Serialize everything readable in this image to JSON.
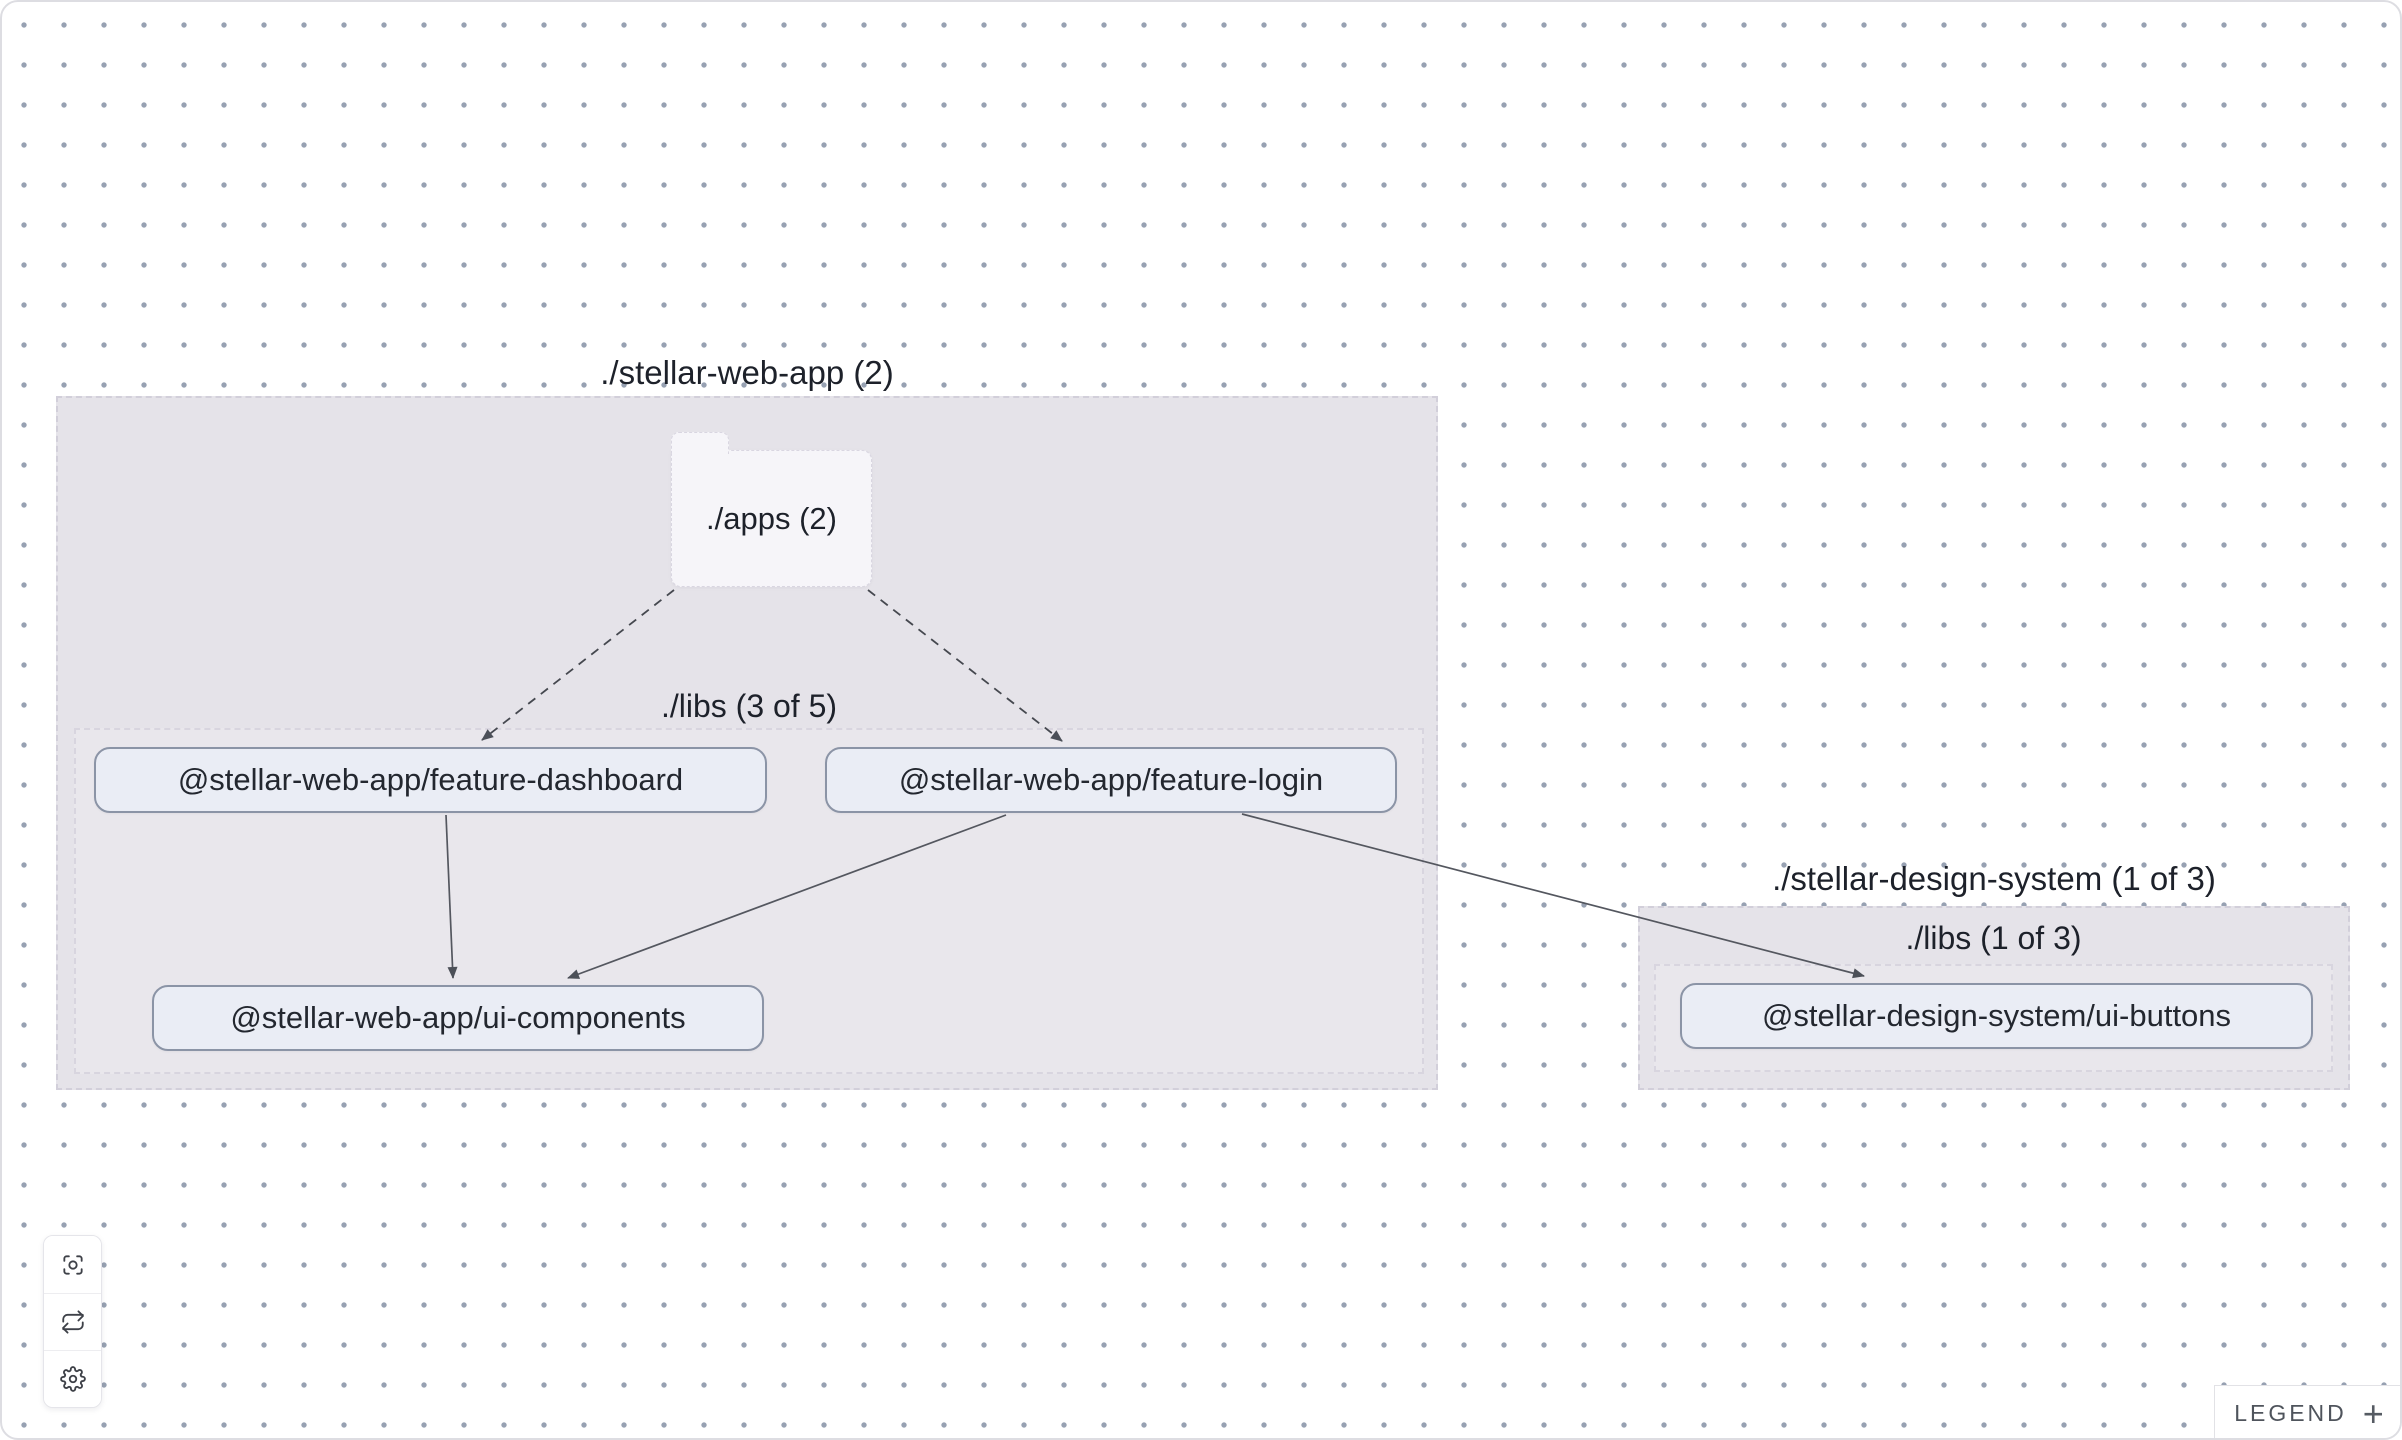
{
  "graph": {
    "groups": [
      {
        "title": "./stellar-web-app (2)",
        "folder_label": "./apps (2)",
        "libs_label": "./libs (3 of 5)"
      },
      {
        "title": "./stellar-design-system (1 of 3)",
        "libs_label": "./libs (1 of 3)"
      }
    ],
    "nodes": [
      {
        "id": "feature-dashboard",
        "label": "@stellar-web-app/feature-dashboard"
      },
      {
        "id": "feature-login",
        "label": "@stellar-web-app/feature-login"
      },
      {
        "id": "ui-components",
        "label": "@stellar-web-app/ui-components"
      },
      {
        "id": "ui-buttons",
        "label": "@stellar-design-system/ui-buttons"
      }
    ],
    "edges": [
      {
        "from": "./apps",
        "to": "@stellar-web-app/feature-dashboard",
        "style": "dashed"
      },
      {
        "from": "./apps",
        "to": "@stellar-web-app/feature-login",
        "style": "dashed"
      },
      {
        "from": "@stellar-web-app/feature-dashboard",
        "to": "@stellar-web-app/ui-components",
        "style": "solid"
      },
      {
        "from": "@stellar-web-app/feature-login",
        "to": "@stellar-web-app/ui-components",
        "style": "solid"
      },
      {
        "from": "@stellar-web-app/feature-login",
        "to": "@stellar-design-system/ui-buttons",
        "style": "solid"
      }
    ]
  },
  "toolbar": {
    "focus_icon": "focus-crosshair",
    "refresh_icon": "refresh-cycle",
    "settings_icon": "gear"
  },
  "legend": {
    "label": "LEGEND",
    "expand_icon": "+"
  },
  "colors": {
    "group_fill": "#e5e3e9",
    "node_fill": "#eaedf5",
    "node_border": "#8b94a6",
    "edge": "#54575f",
    "dot": "#97a1b2"
  }
}
